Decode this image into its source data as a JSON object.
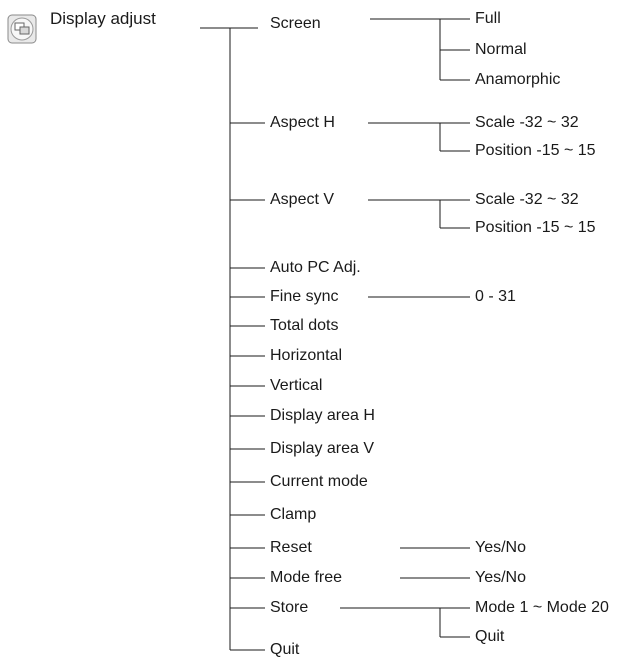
{
  "root": {
    "label": "Display adjust",
    "icon": "display-adjust-icon"
  },
  "items": {
    "screen": "Screen",
    "aspect_h": "Aspect H",
    "aspect_v": "Aspect V",
    "auto_pc_adj": "Auto PC Adj.",
    "fine_sync": "Fine sync",
    "total_dots": "Total dots",
    "horizontal": "Horizontal",
    "vertical": "Vertical",
    "display_area_h": "Display area H",
    "display_area_v": "Display area V",
    "current_mode": "Current mode",
    "clamp": "Clamp",
    "reset": "Reset",
    "mode_free": "Mode free",
    "store": "Store",
    "quit": "Quit"
  },
  "options": {
    "screen": [
      "Full",
      "Normal",
      "Anamorphic"
    ],
    "aspect_h": [
      "Scale -32 ~ 32",
      "Position -15 ~ 15"
    ],
    "aspect_v": [
      "Scale -32 ~ 32",
      "Position -15 ~ 15"
    ],
    "fine_sync": "0 - 31",
    "reset": "Yes/No",
    "mode_free": "Yes/No",
    "store": [
      "Mode 1 ~ Mode 20",
      "Quit"
    ]
  }
}
